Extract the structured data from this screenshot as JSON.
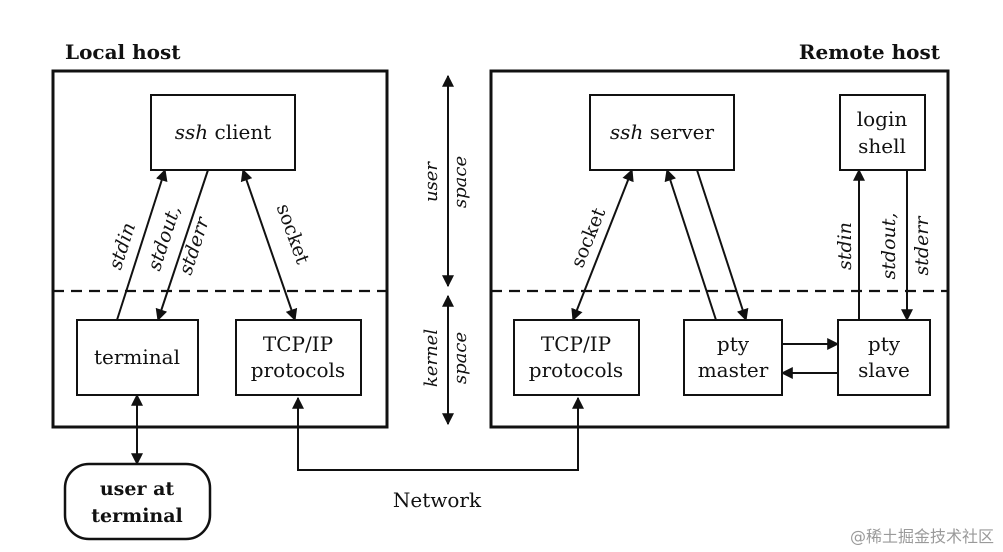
{
  "colors": {
    "ink": "#111111",
    "background": "#ffffff",
    "watermark": "#9a9a9a"
  },
  "hosts": {
    "local": "Local host",
    "remote": "Remote host"
  },
  "local_nodes": {
    "ssh_client": {
      "italic": "ssh",
      "rest": " client"
    },
    "terminal": "terminal",
    "tcp_line1": "TCP/IP",
    "tcp_line2": "protocols",
    "user_line1": "user at",
    "user_line2": "terminal"
  },
  "remote_nodes": {
    "ssh_server": {
      "italic": "ssh",
      "rest": " server"
    },
    "login_line1": "login",
    "login_line2": "shell",
    "tcp_line1": "TCP/IP",
    "tcp_line2": "protocols",
    "ptym_line1": "pty",
    "ptym_line2": "master",
    "ptys_line1": "pty",
    "ptys_line2": "slave"
  },
  "edge_labels": {
    "stdin": "stdin",
    "stdout": "stdout,",
    "stderr": "stderr",
    "socket": "socket"
  },
  "regions": {
    "user_a": "user",
    "user_b": "space",
    "kernel_a": "kernel",
    "kernel_b": "space"
  },
  "network": "Network",
  "watermark": "@稀土掘金技术社区"
}
